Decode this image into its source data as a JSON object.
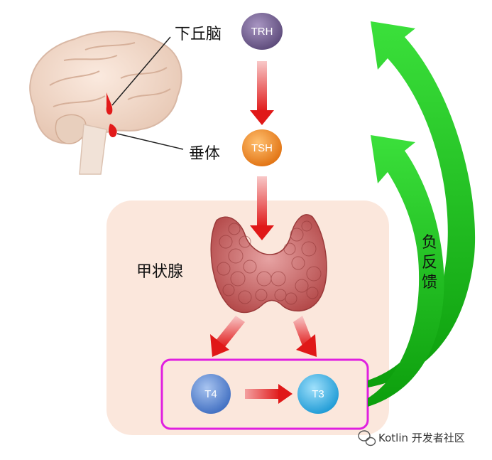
{
  "diagram": {
    "labels": {
      "hypothalamus": "下丘脑",
      "pituitary": "垂体",
      "thyroid": "甲状腺",
      "feedback": [
        "负",
        "反",
        "馈"
      ]
    },
    "nodes": {
      "trh": "TRH",
      "tsh": "TSH",
      "t4": "T4",
      "t3": "T3"
    },
    "watermark": "Kotlin 开发者社区",
    "colors": {
      "trh": "#6b5a86",
      "tsh": "#f08a24",
      "t4": "#4f7fc9",
      "t3": "#2aa8de",
      "arrow_red": "#e02020",
      "feedback_green": "#1ec51e",
      "thyroid_box": "#fbe7dc",
      "t_box_border": "#e020e0"
    },
    "icons": {
      "brain": "brain-illustration",
      "thyroid": "thyroid-gland-illustration",
      "watermark": "wechat-icon"
    }
  }
}
